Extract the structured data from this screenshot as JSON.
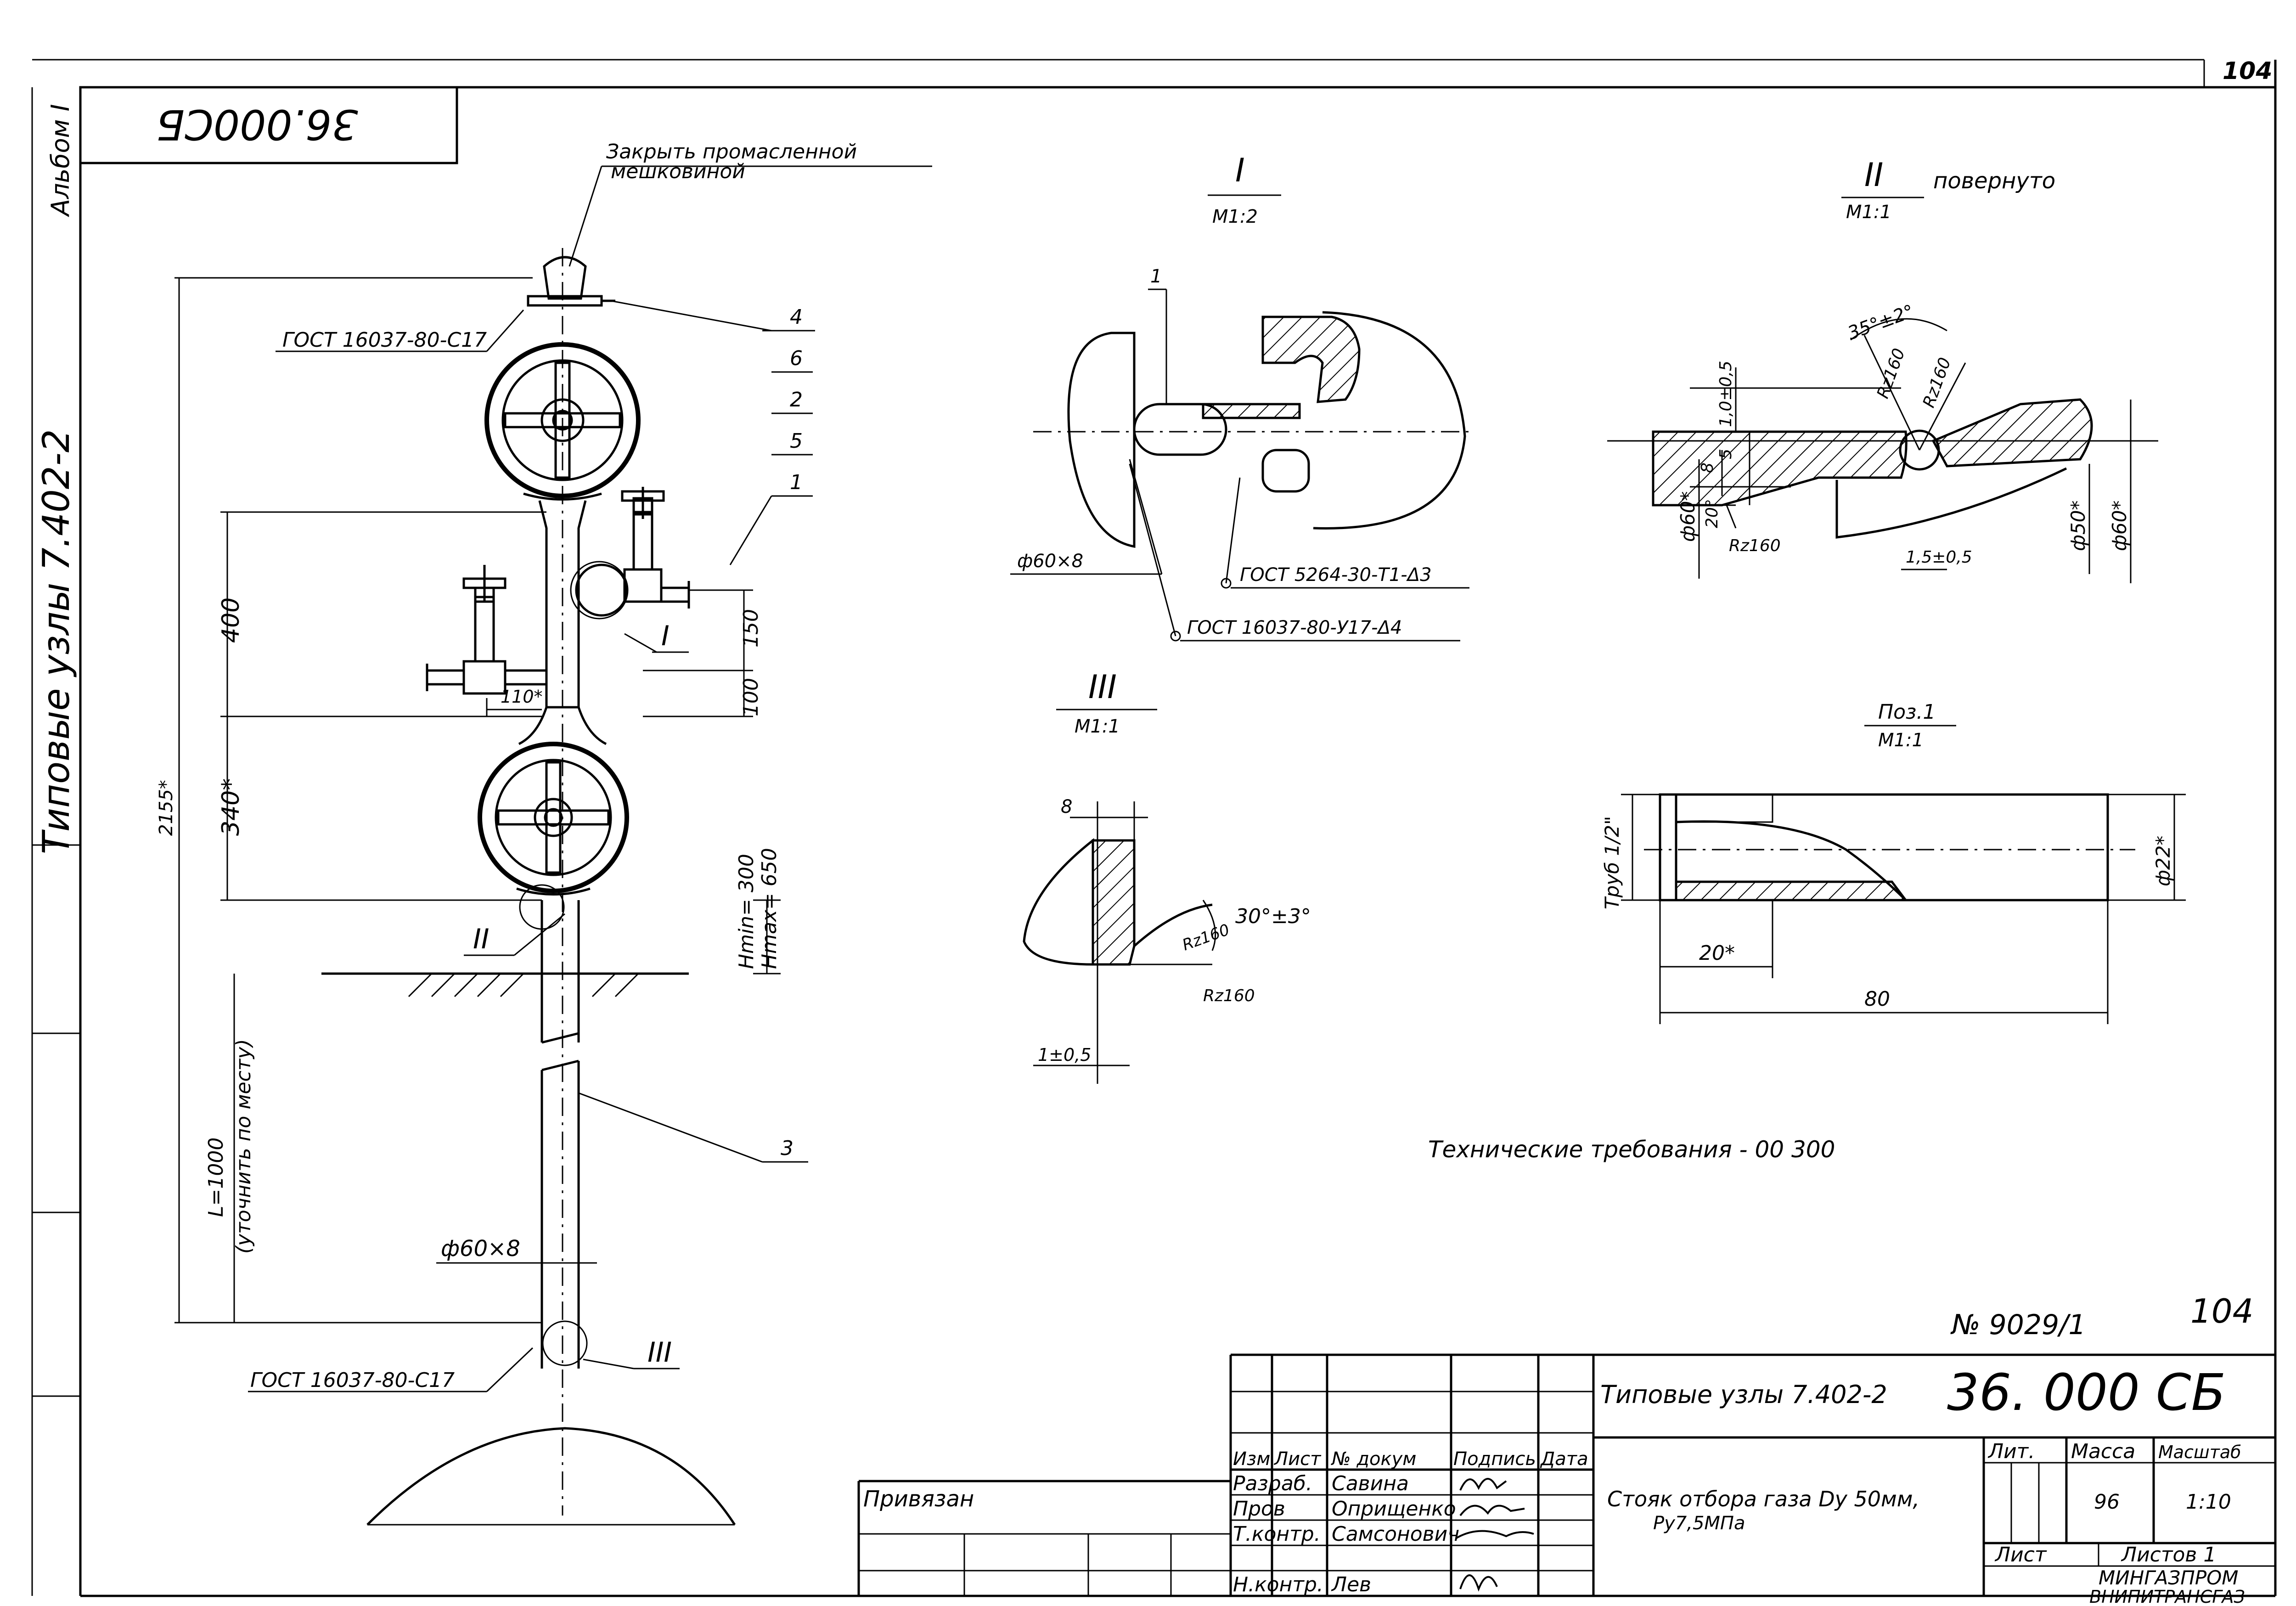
{
  "sheet": {
    "page_number": "104",
    "album": "Альбом I",
    "code_mirrored": "36.000СБ",
    "series_vertical": "Типовые узлы 7.402-2",
    "doc_number": "№ 9029/1"
  },
  "main_view": {
    "note_line1": "Закрыть промасленной",
    "note_line2": "мешковиной",
    "gost_top": "ГОСТ 16037-80-С17",
    "gost_bottom": "ГОСТ 16037-80-С17",
    "callouts": [
      "4",
      "6",
      "2",
      "5",
      "1",
      "3"
    ],
    "view_marks": [
      "I",
      "II",
      "III"
    ],
    "dims": {
      "d_total": "2155*",
      "d_400": "400",
      "d_340": "340*",
      "d_150": "150",
      "d_100": "100",
      "d_110": "110*",
      "d_hmin": "Hmin= 300",
      "d_hmax": "Hmax= 650",
      "d_L": "L=1000",
      "d_L_note": "(уточнить по месту)",
      "d_pipe": "ф60×8"
    }
  },
  "view_I": {
    "title": "I",
    "scale": "М1:2",
    "callout": "1",
    "pipe": "ф60×8",
    "gost1": "ГОСТ 5264-30-Т1-Δ3",
    "gost2": "ГОСТ 16037-80-У17-Δ4"
  },
  "view_II": {
    "title": "II",
    "note": "повернуто",
    "scale": "М1:1",
    "angle": "35°±2°",
    "rz1": "Rz160",
    "rz2": "Rz160",
    "rz3": "Rz160",
    "d1": "1,0±0,5",
    "d5": "5",
    "d8": "8",
    "d20": "20°",
    "d_phi60_left": "ф60*",
    "d_phi50": "ф50*",
    "d_phi60_right": "ф60*",
    "d15": "1,5±0,5"
  },
  "view_III": {
    "title": "III",
    "scale": "М1:1",
    "d8": "8",
    "angle": "30°±3°",
    "rz1": "Rz160",
    "rz2": "Rz160",
    "tol": "1±0,5"
  },
  "pos1": {
    "title": "Поз.1",
    "scale": "М1:1",
    "thread": "Труб 1/2\"",
    "phi": "ф22*",
    "d20": "20*",
    "d80": "80"
  },
  "tech_req": "Технические требования - 00 300",
  "title_block": {
    "series": "Типовые узлы 7.402-2",
    "code": "36. 000 СБ",
    "sheet_corner": "104",
    "privyazan": "Привязан",
    "headers": [
      "Изм",
      "Лист",
      "№ докум",
      "Подпись",
      "Дата"
    ],
    "roles": [
      "Разраб.",
      "Пров",
      "Т.контр.",
      "Н.контр."
    ],
    "names": [
      "Савина",
      "Оприщенко",
      "Самсонович",
      "Лев"
    ],
    "product_line1": "Стояк отбора газа Dу 50мм,",
    "product_line2": "Ру7,5МПа",
    "lit": "Лит.",
    "mass": "Масса",
    "scale": "Масштаб",
    "mass_value": "96",
    "scale_value": "1:10",
    "sheet": "Лист",
    "sheets": "Листов 1",
    "org1": "МИНГАЗПРОМ",
    "org2": "ВНИПИТРАНСГАЗ"
  }
}
